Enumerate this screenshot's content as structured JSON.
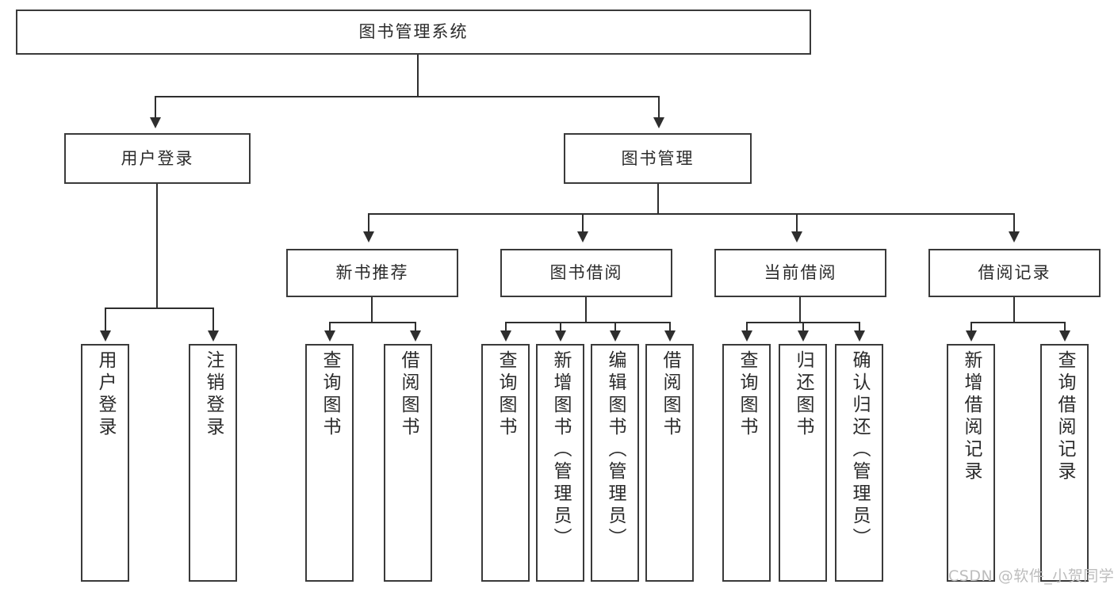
{
  "diagram": {
    "type": "tree-hierarchy-chart",
    "title": "图书管理系统",
    "root": {
      "label": "图书管理系统"
    },
    "level2": [
      {
        "label": "用户登录"
      },
      {
        "label": "图书管理"
      }
    ],
    "level3": [
      {
        "label": "新书推荐"
      },
      {
        "label": "图书借阅"
      },
      {
        "label": "当前借阅"
      },
      {
        "label": "借阅记录"
      }
    ],
    "leaves": {
      "user_login": [
        {
          "label": "用户登录"
        },
        {
          "label": "注销登录"
        }
      ],
      "new_book_recommend": [
        {
          "label": "查询图书"
        },
        {
          "label": "借阅图书"
        }
      ],
      "book_borrow": [
        {
          "label": "查询图书"
        },
        {
          "label": "新增图书（管理员）"
        },
        {
          "label": "编辑图书（管理员）"
        },
        {
          "label": "借阅图书"
        }
      ],
      "current_borrow": [
        {
          "label": "查询图书"
        },
        {
          "label": "归还图书"
        },
        {
          "label": "确认归还（管理员）"
        }
      ],
      "borrow_record": [
        {
          "label": "新增借阅记录"
        },
        {
          "label": "查询借阅记录"
        }
      ]
    }
  },
  "watermark": {
    "text": "CSDN @软件_小贺同学"
  },
  "colors": {
    "box_border": "#3a3a3a",
    "line": "#2e2e2e",
    "text": "#2b2b2b",
    "background": "#ffffff",
    "watermark": "#bdbdbd"
  }
}
